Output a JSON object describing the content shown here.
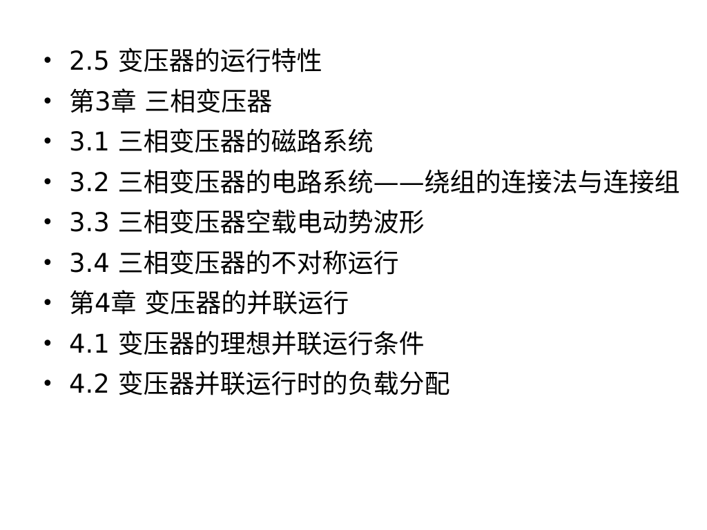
{
  "slide": {
    "bullet_glyph": "•",
    "items": [
      "2.5  变压器的运行特性",
      "第3章  三相变压器",
      "3.1  三相变压器的磁路系统",
      "3.2  三相变压器的电路系统——绕组的连接法与连接组",
      "3.3  三相变压器空载电动势波形",
      "3.4  三相变压器的不对称运行",
      "第4章  变压器的并联运行",
      "4.1  变压器的理想并联运行条件",
      "4.2  变压器并联运行时的负载分配"
    ]
  }
}
